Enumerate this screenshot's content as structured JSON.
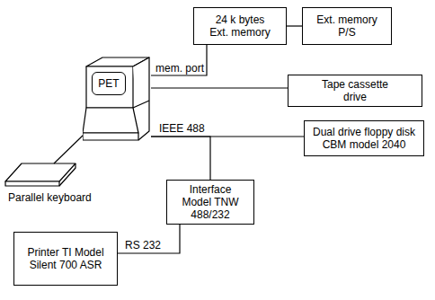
{
  "diagram": {
    "nodes": [
      {
        "text": [
          "24 k bytes Ext. memory"
        ]
      },
      {
        "text": [
          "Ext. memory P/S"
        ]
      },
      {
        "text": [
          "PET"
        ]
      },
      {
        "text": [
          "Tape cassette drive"
        ]
      },
      {
        "text": [
          "Dual drive floppy disk CBM model 2040"
        ]
      },
      {
        "text": [
          "Interface Model TNW 488/232"
        ]
      },
      {
        "text": [
          "Printer TI Model Silent 700 ASR"
        ]
      }
    ],
    "edges": [
      {
        "from": 0,
        "to": 1,
        "arrow": "none"
      },
      {
        "from": 2,
        "to": 0,
        "label": "mem. port",
        "arrow": "none"
      },
      {
        "from": 2,
        "to": 3,
        "arrow": "none"
      },
      {
        "from": 2,
        "to": 4,
        "label": "IEEE 488",
        "arrow": "none"
      },
      {
        "from": 2,
        "to": 5,
        "arrow": "none"
      },
      {
        "from": 5,
        "to": 6,
        "label": "RS 232",
        "arrow": "none"
      }
    ],
    "labels": [
      "Parallel keyboard"
    ]
  }
}
